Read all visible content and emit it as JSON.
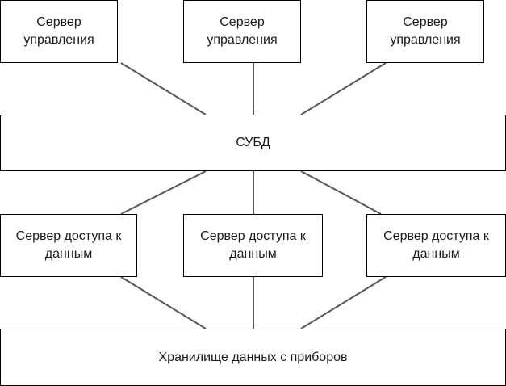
{
  "management_servers": [
    {
      "label": "Сервер\nуправления"
    },
    {
      "label": "Сервер\nуправления"
    },
    {
      "label": "Сервер\nуправления"
    }
  ],
  "dbms": {
    "label": "СУБД"
  },
  "access_servers": [
    {
      "label": "Сервер доступа к\nданным"
    },
    {
      "label": "Сервер доступа к\nданным"
    },
    {
      "label": "Сервер доступа к\nданным"
    }
  ],
  "storage": {
    "label": "Хранилище данных с приборов"
  },
  "colors": {
    "line": "#555555",
    "border": "#000000",
    "background": "#ffffff"
  }
}
